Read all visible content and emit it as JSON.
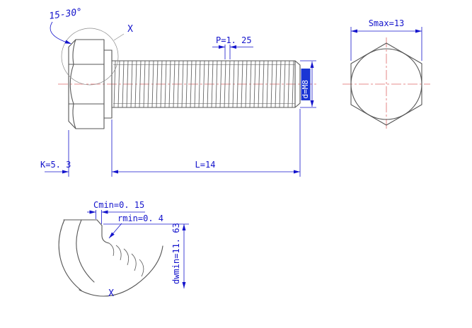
{
  "drawing": {
    "type": "hex-bolt-technical-drawing",
    "colors": {
      "dimension": "#1414cc",
      "outline": "#565656",
      "centerline": "#e06a6a",
      "detail_circle": "#8a8a8a",
      "highlight_background": "#1a35d4",
      "highlight_text": "#ffffff",
      "background": "#ffffff"
    },
    "main_view": {
      "chamfer_angle": "15-30°",
      "detail_mark": "X",
      "pitch": "P=1. 25",
      "thread_size": "d=M8",
      "head_height": "K=5. 3",
      "length": "L=14"
    },
    "end_view": {
      "width_across_flats": "Smax=13"
    },
    "detail_view": {
      "chamfer": "Cmin=0. 15",
      "fillet_radius": "rmin=0. 4",
      "washer_face_dia": "dwmin=11. 63",
      "detail_mark": "X"
    }
  }
}
